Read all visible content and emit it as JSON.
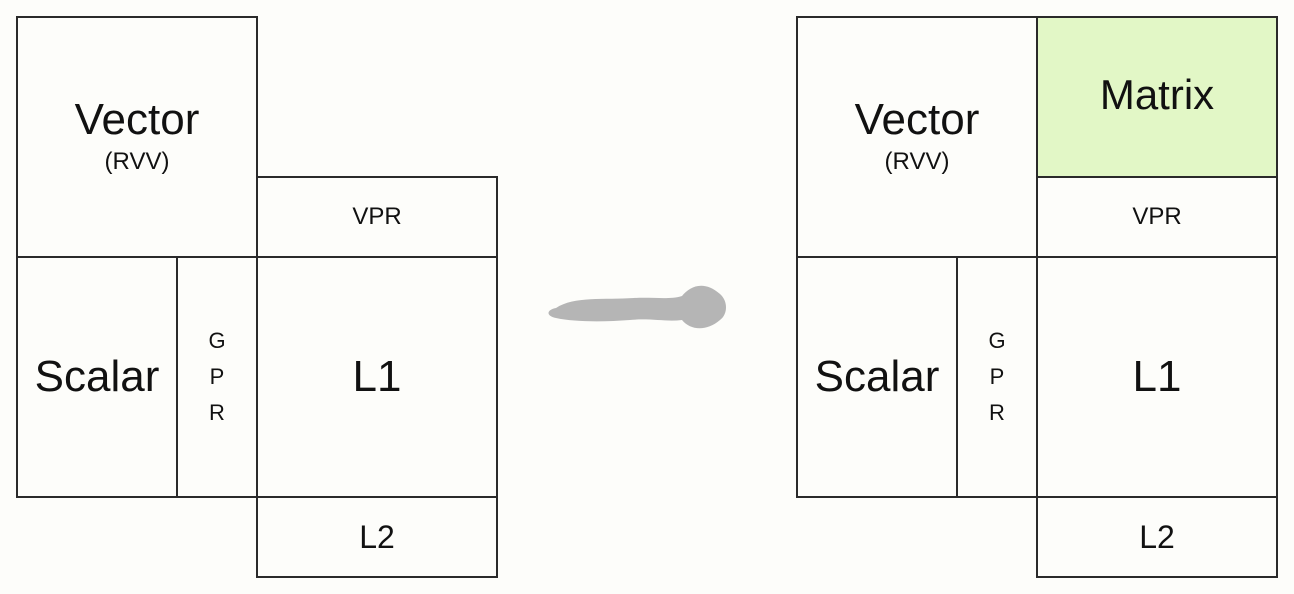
{
  "before": {
    "vector": {
      "label": "Vector",
      "sublabel": "(RVV)"
    },
    "vpr": {
      "label": "VPR"
    },
    "scalar": {
      "label": "Scalar"
    },
    "gpr": {
      "letters": [
        "G",
        "P",
        "R"
      ]
    },
    "l1": {
      "label": "L1"
    },
    "l2": {
      "label": "L2"
    }
  },
  "after": {
    "vector": {
      "label": "Vector",
      "sublabel": "(RVV)"
    },
    "matrix": {
      "label": "Matrix",
      "fill_color": "#e2f7c6"
    },
    "vpr": {
      "label": "VPR"
    },
    "scalar": {
      "label": "Scalar"
    },
    "gpr": {
      "letters": [
        "G",
        "P",
        "R"
      ]
    },
    "l1": {
      "label": "L1"
    },
    "l2": {
      "label": "L2"
    }
  },
  "arrow": {
    "direction": "right",
    "color": "#b5b5b5"
  }
}
